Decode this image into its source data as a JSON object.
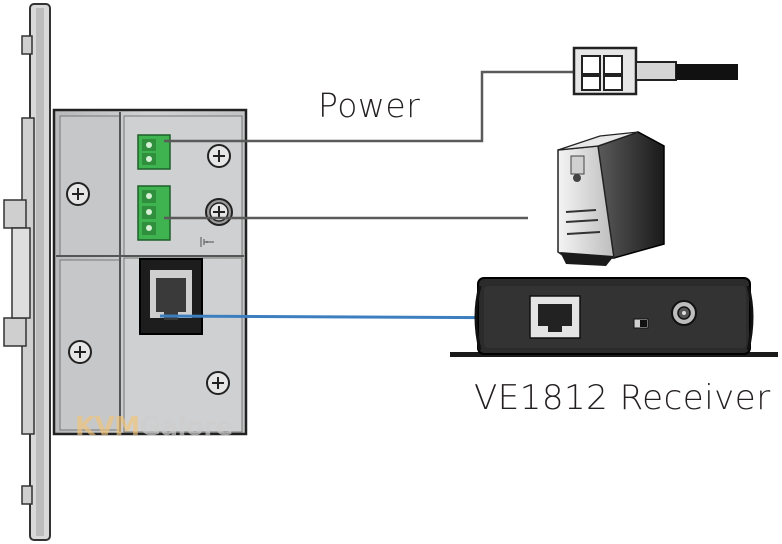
{
  "labels": {
    "power": "Power",
    "receiver": "VE1812 Receiver"
  },
  "watermark": {
    "part1": "KVM",
    "part2": "Galore"
  },
  "icons": [
    "wall-plate",
    "terminal-block-power",
    "terminal-block-serial",
    "rj45-port",
    "screw",
    "ground-symbol",
    "power-plug",
    "tower-pc",
    "ve1812-receiver",
    "dc-jack",
    "switch"
  ],
  "colors": {
    "plate_fill": "#c9cacb",
    "terminal_green": "#3fb34f",
    "cable_blue": "#3d7ec0",
    "cable_gray": "#5a5a5a",
    "device_dark": "#2b2b2b"
  }
}
